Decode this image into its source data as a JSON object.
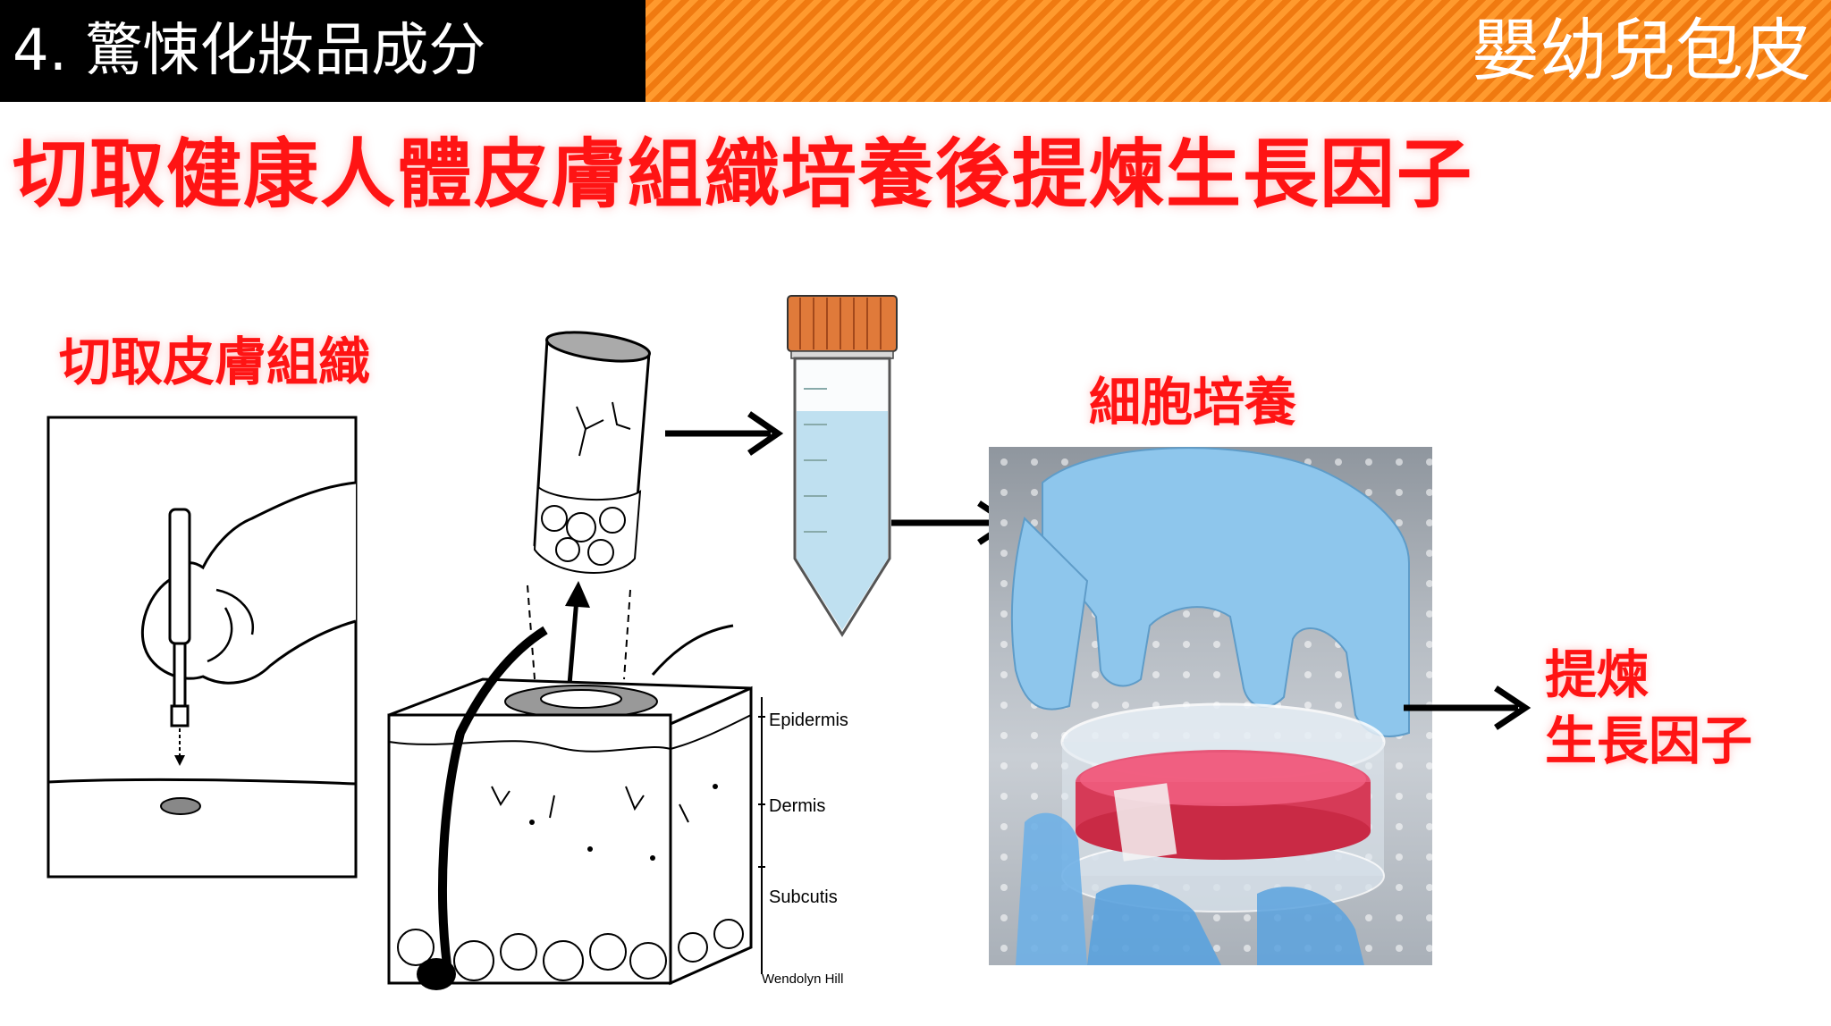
{
  "header": {
    "section_title": "4. 驚悚化妝品成分",
    "series_title": "嬰幼兒包皮"
  },
  "headline": "切取健康人體皮膚組織培養後提煉生長因子",
  "labels": {
    "cut_tissue": "切取皮膚組織",
    "cell_culture": "細胞培養",
    "refine_line1": "提煉",
    "refine_line2": "生長因子"
  },
  "skin_diagram": {
    "layers": [
      "Epidermis",
      "Dermis",
      "Subcutis"
    ],
    "credit": "Wendolyn Hill"
  },
  "colors": {
    "accent_red": "#ff1414",
    "orange_bar": "#f5821f",
    "tube_cap": "#e07a3a",
    "tube_liquid": "#bfe0f0",
    "glove_blue": "#8ec6ec",
    "culture_medium": "#e8466a"
  },
  "icons": [
    "arrow-right-icon",
    "arrow-up-icon"
  ]
}
